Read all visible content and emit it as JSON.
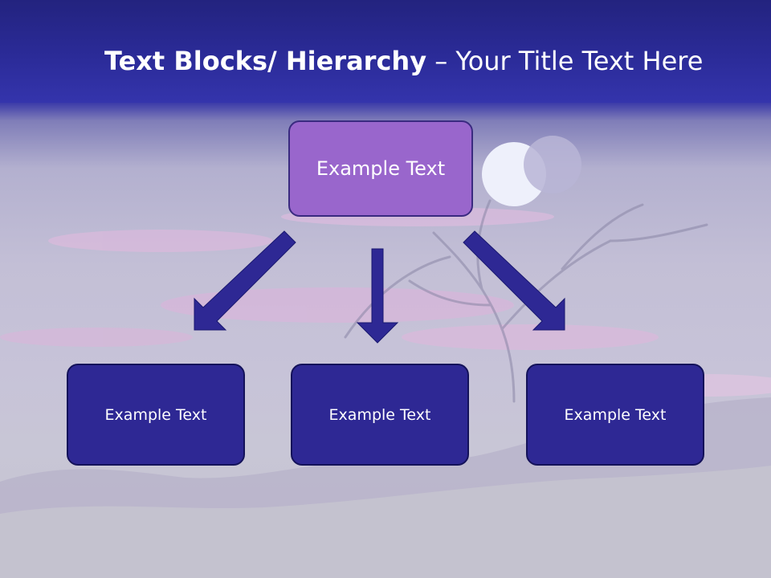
{
  "slide": {
    "title_bold": "Text Blocks/ Hierarchy",
    "title_dash": " – ",
    "title_rest": "Your Title Text Here"
  },
  "diagram": {
    "top_box": {
      "label": "Example Text",
      "color": "#9966cc"
    },
    "child_boxes": [
      {
        "label": "Example Text",
        "color": "#2e2894"
      },
      {
        "label": "Example Text",
        "color": "#2e2894"
      },
      {
        "label": "Example Text",
        "color": "#2e2894"
      }
    ],
    "arrow_color": "#2e2894"
  },
  "theme": {
    "header_color": "#2b2b98",
    "sky_color": "#c3bfd6",
    "moon_color": "#eef0fb"
  }
}
